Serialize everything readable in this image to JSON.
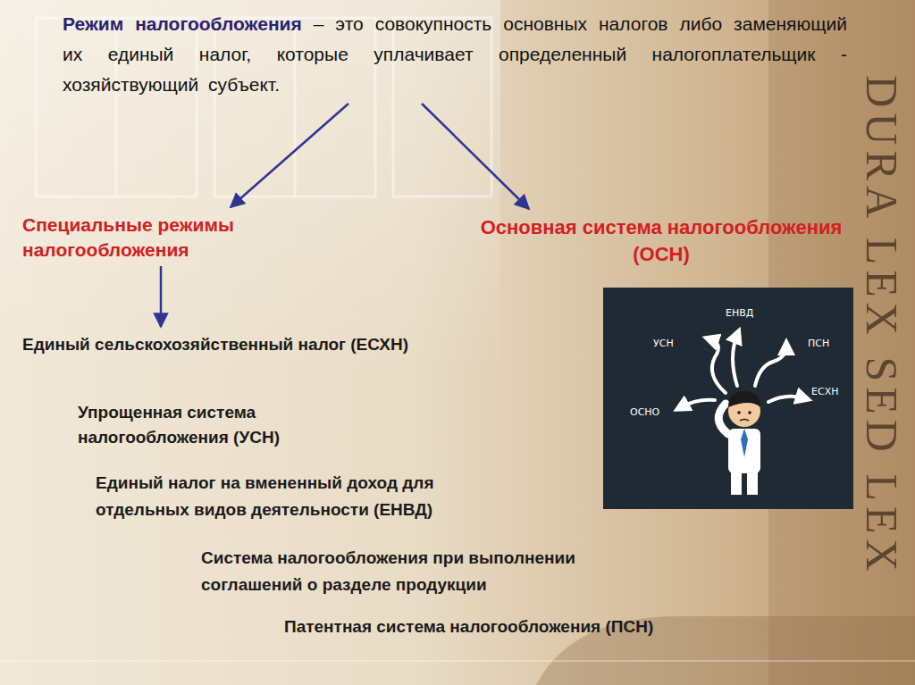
{
  "diagram": {
    "nodes": [
      {
        "text": [
          "Режим налогообложения",
          "– это совокупность основных налогов либо заменяющий их единый налог, которые уплачивает определенный налогоплательщик - хозяйствующий субъект."
        ]
      },
      {
        "text": [
          "Специальные режимы налогообложения"
        ]
      },
      {
        "text": [
          "Основная система налогообложения (ОСН)"
        ]
      },
      {
        "text": [
          "Единый сельскохозяйственный налог (ЕСХН)"
        ]
      },
      {
        "text": [
          "Упрощенная система налогообложения (УСН)"
        ]
      },
      {
        "text": [
          "Единый налог на вмененный доход для отдельных видов деятельности (ЕНВД)"
        ]
      },
      {
        "text": [
          "Система налогообложения при выполнении соглашений о разделе продукции"
        ]
      },
      {
        "text": [
          "Патентная система налогообложения (ПСН)"
        ]
      }
    ],
    "edges": [
      {
        "from": 0,
        "to": 1,
        "arrow": "to"
      },
      {
        "from": 0,
        "to": 2,
        "arrow": "to"
      },
      {
        "from": 1,
        "to": 3,
        "arrow": "to"
      }
    ],
    "labels": [
      "ЕНВД",
      "УСН",
      "ПСН",
      "ОСНО",
      "ЕСХН",
      "DURA LEX SED LEX"
    ]
  }
}
